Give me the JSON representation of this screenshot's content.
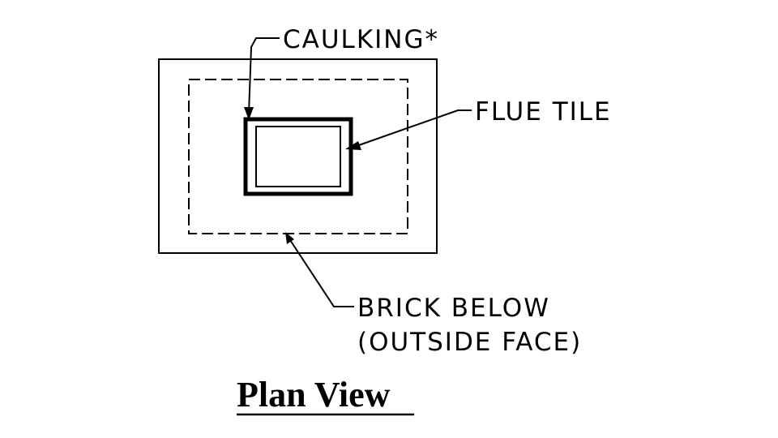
{
  "diagram": {
    "title": "Plan View",
    "labels": {
      "caulking": "CAULKING*",
      "flue_tile": "FLUE TILE",
      "brick_below_line1": "BRICK BELOW",
      "brick_below_line2": "(OUTSIDE FACE)"
    },
    "colors": {
      "ink": "#000000",
      "background": "#ffffff"
    }
  }
}
